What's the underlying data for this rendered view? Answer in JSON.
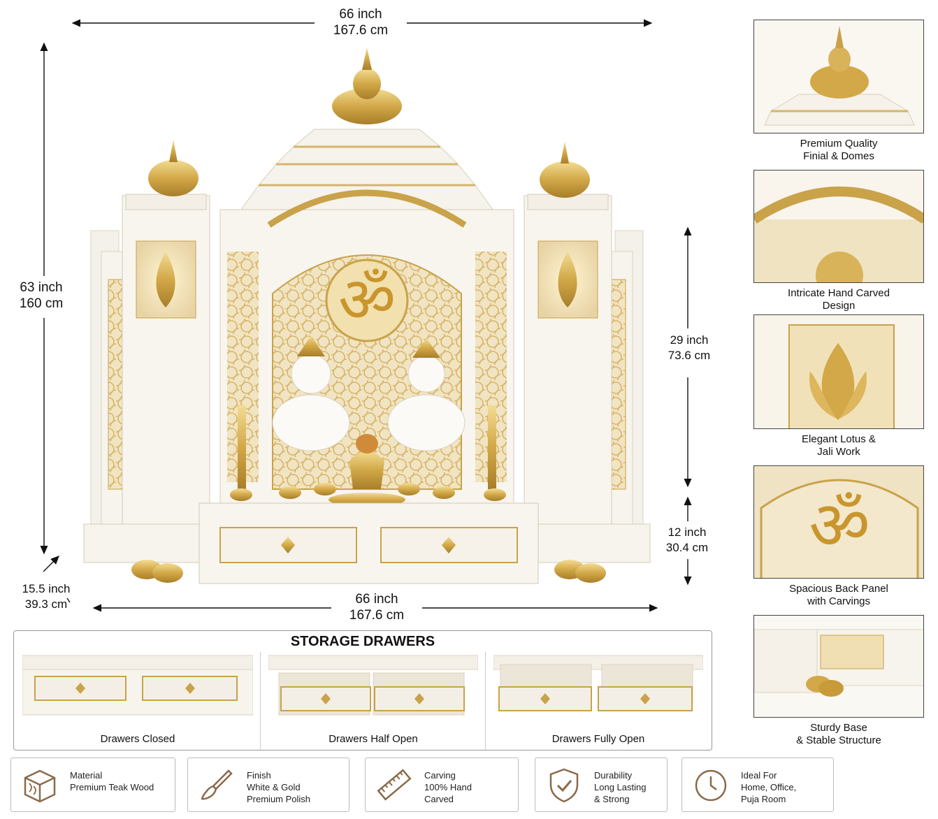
{
  "dimensions": {
    "top_width": [
      "66 inch",
      "167.6 cm"
    ],
    "height": [
      "63 inch",
      "160 cm"
    ],
    "upper_height": [
      "29 inch",
      "73.6 cm"
    ],
    "base_height": [
      "12 inch",
      "30.4 cm"
    ],
    "depth": [
      "15.5 inch",
      "39.3 cm"
    ],
    "bottom_width": [
      "66 inch",
      "167.6 cm"
    ]
  },
  "features": [
    {
      "lines": [
        "Premium Quality",
        "Finial & Domes"
      ]
    },
    {
      "lines": [
        "Intricate Hand Carved",
        "Design"
      ]
    },
    {
      "lines": [
        "Elegant Lotus &",
        "Jali Work"
      ]
    },
    {
      "lines": [
        "Spacious Back Panel",
        "with Carvings"
      ]
    },
    {
      "lines": [
        "Sturdy Base",
        "& Stable Structure"
      ]
    }
  ],
  "storage": {
    "title": "STORAGE DRAWERS",
    "states": [
      "Drawers Closed",
      "Drawers Half Open",
      "Drawers Fully Open"
    ]
  },
  "specs": [
    {
      "icon": "wood-block-icon",
      "lines": [
        "Material",
        "Premium Teak Wood"
      ]
    },
    {
      "icon": "paint-brush-icon",
      "lines": [
        "Finish",
        "White & Gold",
        "Premium Polish"
      ]
    },
    {
      "icon": "ruler-icon",
      "lines": [
        "Carving",
        "100% Hand",
        "Carved"
      ]
    },
    {
      "icon": "shield-check-icon",
      "lines": [
        "Durability",
        "Long Lasting",
        "& Strong"
      ]
    },
    {
      "icon": "clock-icon",
      "lines": [
        "Ideal For",
        "Home, Office,",
        "Puja Room"
      ]
    }
  ],
  "colors": {
    "gold": "#c9a24a",
    "gold_light": "#e8cf8a",
    "white_marble": "#f6f3ec",
    "icon_brown": "#8a6a4a"
  }
}
